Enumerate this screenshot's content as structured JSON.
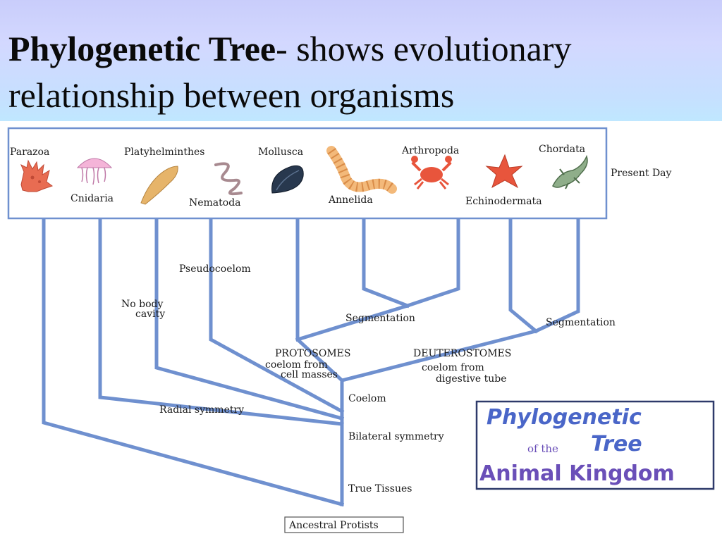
{
  "title": {
    "bold": "Phylogenetic Tree",
    "rest": "- shows evolutionary relationship between organisms"
  },
  "taxa": [
    {
      "name": "Parazoa",
      "icon": "sponge-icon"
    },
    {
      "name": "Cnidaria",
      "icon": "jellyfish-icon"
    },
    {
      "name": "Platyhelminthes",
      "icon": "flatworm-icon"
    },
    {
      "name": "Nematoda",
      "icon": "roundworm-icon"
    },
    {
      "name": "Mollusca",
      "icon": "mussel-icon"
    },
    {
      "name": "Annelida",
      "icon": "segmented-worm-icon"
    },
    {
      "name": "Arthropoda",
      "icon": "crab-icon"
    },
    {
      "name": "Echinodermata",
      "icon": "starfish-icon"
    },
    {
      "name": "Chordata",
      "icon": "lizard-icon"
    }
  ],
  "present_day": "Present Day",
  "characters": {
    "pseudocoelom": "Pseudocoelom",
    "no_body_cavity_1": "No body",
    "no_body_cavity_2": "cavity",
    "segmentation_left": "Segmentation",
    "segmentation_right": "Segmentation",
    "protostomes": "PROTOSOMES",
    "protostomes_desc_1": "coelom from",
    "protostomes_desc_2": "cell masses",
    "deuterostomes": "DEUTEROSTOMES",
    "deuterostomes_desc_1": "coelom from",
    "deuterostomes_desc_2": "digestive tube",
    "coelom": "Coelom",
    "radial_symmetry": "Radial symmetry",
    "bilateral_symmetry": "Bilateral symmetry",
    "true_tissues": "True Tissues",
    "ancestral_protists": "Ancestral Protists"
  },
  "logo": {
    "line1": "Phylogenetic",
    "of_the": "of the",
    "tree": "Tree",
    "line3": "Animal Kingdom"
  },
  "colors": {
    "branch": "#6f90cf",
    "logo_blue": "#4a66c8",
    "logo_purple": "#6a4fb8"
  }
}
